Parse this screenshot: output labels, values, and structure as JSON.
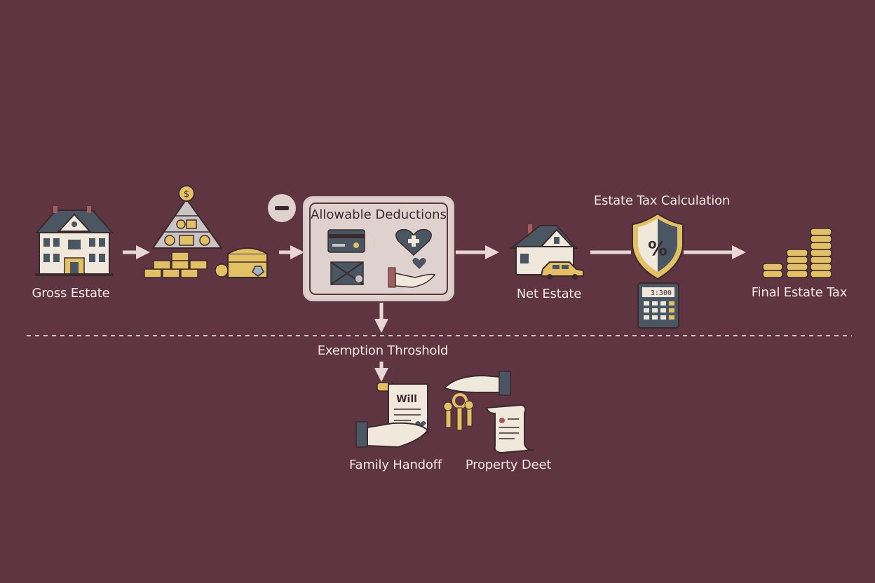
{
  "nodes": {
    "gross_estate": "Gross Estate",
    "allowable_deductions": "Allowable Deductions",
    "net_estate": "Net Estate",
    "tax_calculation": "Estate Tax Calculation",
    "final_tax": "Final Estate Tax",
    "exemption": "Exemption Throshold",
    "family_handoff": "Family Handoff",
    "property_deet": "Property Deet"
  },
  "icons": {
    "will_label": "Will",
    "calculator_display": "3:300",
    "percent_symbol": "%",
    "minus_symbol": "−",
    "dollar_symbol": "$"
  },
  "colors": {
    "background": "#5e3540",
    "gold": "#e3c063",
    "cream": "#f1e8dc",
    "slate": "#4a5661",
    "arrow": "#e8d7d5"
  }
}
